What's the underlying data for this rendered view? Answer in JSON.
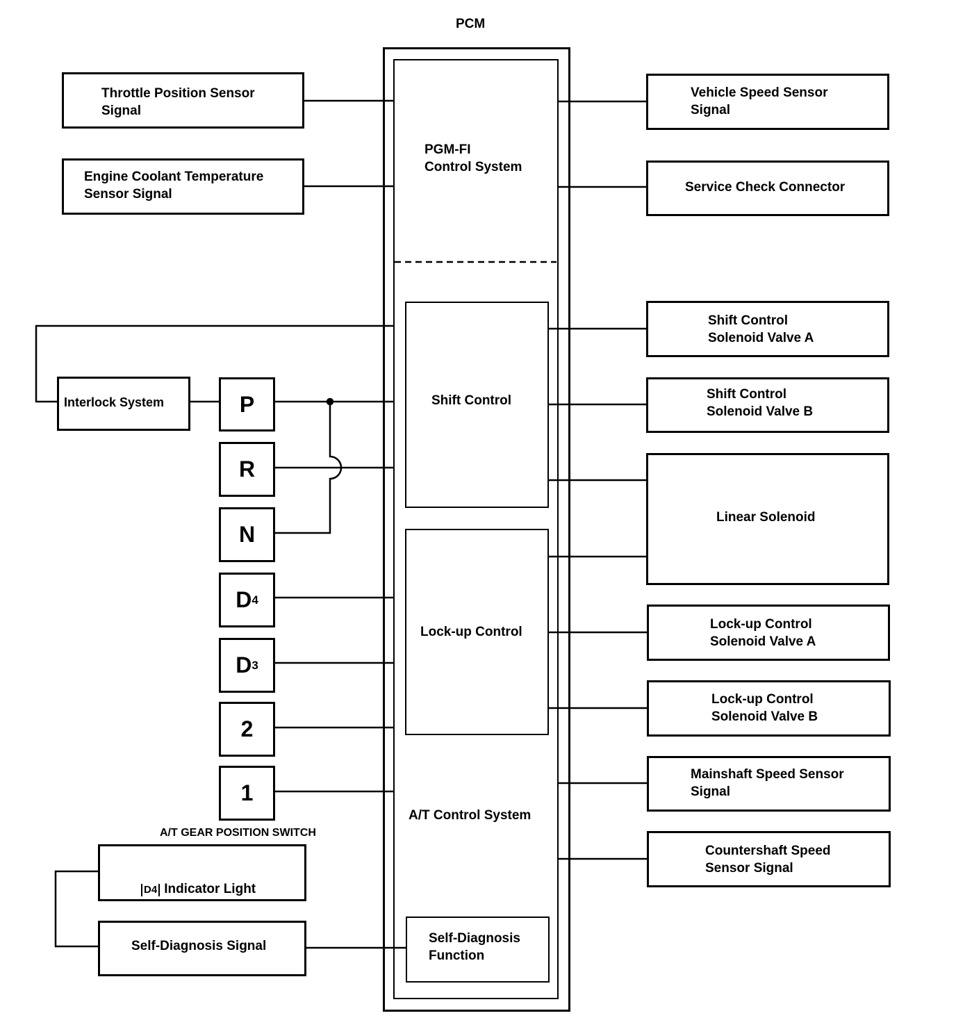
{
  "pcm_title": "PCM",
  "pgm_fi": "PGM-FI\nControl System",
  "shift_control": "Shift Control",
  "lockup_control": "Lock-up Control",
  "at_control": "A/T Control System",
  "self_diag_function": "Self-Diagnosis\nFunction",
  "left_inputs": {
    "throttle": "Throttle Position Sensor\nSignal",
    "coolant": "Engine Coolant Temperature\nSensor Signal",
    "interlock": "Interlock System"
  },
  "gear_switch": {
    "label": "A/T GEAR POSITION SWITCH",
    "positions": [
      {
        "main": "P",
        "sub": ""
      },
      {
        "main": "R",
        "sub": ""
      },
      {
        "main": "N",
        "sub": ""
      },
      {
        "main": "D",
        "sub": "4"
      },
      {
        "main": "D",
        "sub": "3"
      },
      {
        "main": "2",
        "sub": ""
      },
      {
        "main": "1",
        "sub": ""
      }
    ]
  },
  "d4_indicator": {
    "tag": "D4",
    "label": "Indicator Light"
  },
  "self_diag_signal": "Self-Diagnosis Signal",
  "right_outputs": {
    "vss": "Vehicle Speed Sensor\nSignal",
    "scc": "Service Check Connector",
    "sc_a": "Shift Control\nSolenoid Valve A",
    "sc_b": "Shift Control\nSolenoid Valve B",
    "linear": "Linear Solenoid",
    "lu_a": "Lock-up Control\nSolenoid Valve A",
    "lu_b": "Lock-up Control\nSolenoid Valve B",
    "mainshaft": "Mainshaft Speed Sensor\nSignal",
    "countershaft": "Countershaft Speed\nSensor Signal"
  }
}
